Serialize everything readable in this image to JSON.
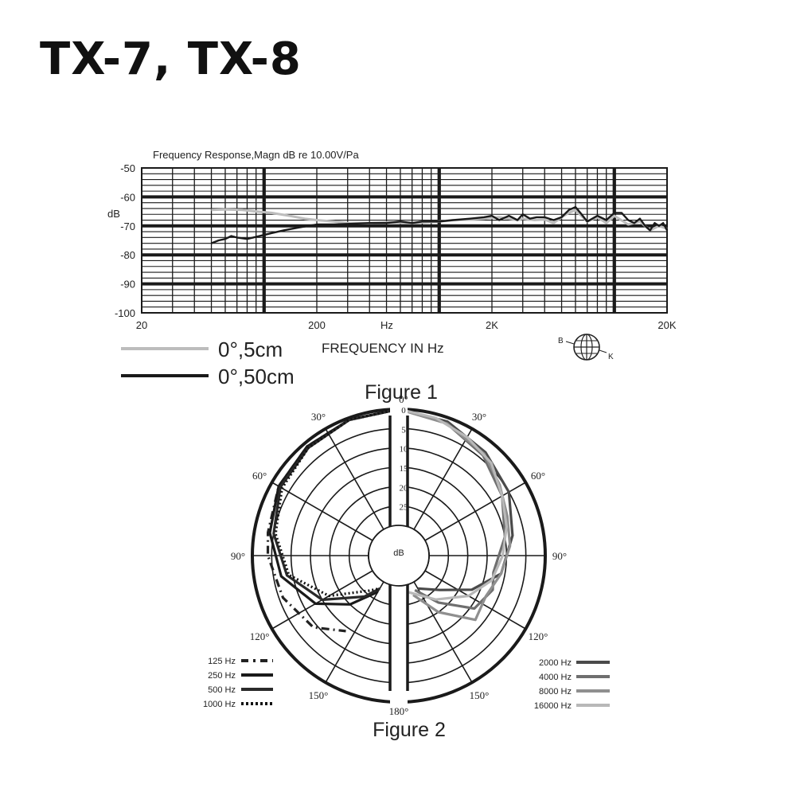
{
  "page_title": "TX-7, TX-8",
  "chart_data": [
    {
      "type": "line",
      "title": "Frequency Response,Magn dB re 10.00V/Pa",
      "figure_label": "Figure 1",
      "xlabel": "FREQUENCY IN Hz",
      "x_unit": "Hz",
      "ylabel": "dB",
      "x_scale": "log",
      "xlim": [
        20,
        20000
      ],
      "ylim": [
        -100,
        -50
      ],
      "x_tick_labels": [
        "20",
        "200",
        "2K",
        "20K"
      ],
      "x_tick_values": [
        20,
        200,
        2000,
        20000
      ],
      "y_tick_labels": [
        "-50",
        "-60",
        "-70",
        "-80",
        "-90",
        "-100"
      ],
      "y_tick_values": [
        -50,
        -60,
        -70,
        -80,
        -90,
        -100
      ],
      "grid": true,
      "legend_position": "bottom-left",
      "logo_text": [
        "B",
        "K"
      ],
      "series": [
        {
          "name": "0°,5cm",
          "color": "#bdbdbd",
          "x": [
            50,
            60,
            75,
            90,
            110,
            140,
            170,
            200,
            250,
            300,
            400,
            500,
            700,
            1000,
            1200,
            1500,
            1800,
            2000,
            2200,
            2500,
            2800,
            3000,
            3500,
            4000,
            4500,
            5000,
            5500,
            6000,
            7000,
            8000,
            9000,
            10000,
            12000,
            14000,
            16000,
            18000,
            20000
          ],
          "y": [
            -64.5,
            -64.3,
            -64.5,
            -65,
            -65.5,
            -66.5,
            -67.5,
            -68,
            -68.5,
            -69,
            -69,
            -68.8,
            -69,
            -68.5,
            -68,
            -67.8,
            -67.5,
            -67.2,
            -67,
            -67.5,
            -68,
            -67.5,
            -68,
            -67.8,
            -69,
            -67,
            -65.5,
            -64.5,
            -68.5,
            -67,
            -69,
            -66.5,
            -69.5,
            -68.5,
            -71.5,
            -70,
            -71
          ]
        },
        {
          "name": "0°,50cm",
          "color": "#1a1a1a",
          "x": [
            50,
            55,
            60,
            65,
            70,
            80,
            90,
            110,
            130,
            160,
            200,
            250,
            300,
            400,
            500,
            600,
            700,
            800,
            1000,
            1200,
            1500,
            1800,
            2000,
            2200,
            2500,
            2800,
            3000,
            3300,
            3600,
            4000,
            4500,
            5000,
            5500,
            6000,
            6500,
            7000,
            8000,
            9000,
            10000,
            11000,
            12000,
            13000,
            14000,
            15000,
            16000,
            17000,
            18000,
            19000,
            20000
          ],
          "y": [
            -76,
            -75,
            -74.5,
            -73.5,
            -74,
            -74.5,
            -73.8,
            -72.5,
            -71.5,
            -70.5,
            -69.5,
            -69.5,
            -69.3,
            -69,
            -69,
            -68.5,
            -69,
            -68.5,
            -68.5,
            -68,
            -67.5,
            -67,
            -66.5,
            -68,
            -66.5,
            -68,
            -66,
            -67.5,
            -67,
            -67,
            -68,
            -67,
            -64.5,
            -63.5,
            -66,
            -68.5,
            -66.5,
            -68,
            -65.5,
            -65.5,
            -68,
            -69,
            -67.5,
            -70,
            -71.5,
            -69,
            -70,
            -69,
            -71.5
          ]
        }
      ]
    },
    {
      "type": "polar",
      "figure_label": "Figure 2",
      "angle_unit": "degrees",
      "radial_unit": "dB",
      "center_label": "dB",
      "angle_labels": [
        "0°",
        "30°",
        "60°",
        "90°",
        "120°",
        "150°",
        "180°"
      ],
      "angle_label_values": [
        0,
        30,
        60,
        90,
        120,
        150,
        180
      ],
      "radial_tick_labels": [
        "0",
        "5",
        "10",
        "15",
        "20",
        "25"
      ],
      "radial_tick_values": [
        0,
        5,
        10,
        15,
        20,
        25
      ],
      "radial_range": [
        0,
        30
      ],
      "left_half_series": [
        {
          "name": "125 Hz",
          "color": "#222222",
          "style": "dashdot",
          "points": [
            [
              0,
              0
            ],
            [
              20,
              0.5
            ],
            [
              40,
              1
            ],
            [
              60,
              2
            ],
            [
              80,
              3.5
            ],
            [
              90,
              4
            ],
            [
              110,
              6
            ],
            [
              130,
              9
            ],
            [
              145,
              14
            ]
          ]
        },
        {
          "name": "250 Hz",
          "color": "#1a1a1a",
          "style": "solid",
          "points": [
            [
              0,
              0
            ],
            [
              20,
              0.5
            ],
            [
              40,
              1
            ],
            [
              60,
              2
            ],
            [
              80,
              4
            ],
            [
              100,
              7
            ],
            [
              120,
              13
            ],
            [
              135,
              20
            ],
            [
              150,
              27
            ]
          ]
        },
        {
          "name": "500 Hz",
          "color": "#2a2a2a",
          "style": "solid",
          "points": [
            [
              0,
              0
            ],
            [
              20,
              0.5
            ],
            [
              40,
              1.5
            ],
            [
              60,
              2.5
            ],
            [
              80,
              5
            ],
            [
              100,
              8.5
            ],
            [
              120,
              15
            ],
            [
              140,
              24
            ],
            [
              150,
              28
            ]
          ]
        },
        {
          "name": "1000 Hz",
          "color": "#111111",
          "style": "dotted",
          "points": [
            [
              0,
              0
            ],
            [
              20,
              0.5
            ],
            [
              40,
              1.5
            ],
            [
              60,
              3
            ],
            [
              80,
              5.5
            ],
            [
              100,
              9
            ],
            [
              120,
              17
            ],
            [
              140,
              26
            ],
            [
              150,
              28
            ]
          ]
        }
      ],
      "right_half_series": [
        {
          "name": "2000 Hz",
          "color": "#4a4a4a",
          "style": "solid",
          "points": [
            [
              0,
              0
            ],
            [
              20,
              1
            ],
            [
              40,
              3
            ],
            [
              60,
              5
            ],
            [
              80,
              8
            ],
            [
              100,
              11
            ],
            [
              115,
              17
            ],
            [
              130,
              24
            ],
            [
              150,
              28
            ]
          ]
        },
        {
          "name": "4000 Hz",
          "color": "#6f6f6f",
          "style": "solid",
          "points": [
            [
              0,
              0
            ],
            [
              20,
              1.5
            ],
            [
              40,
              4
            ],
            [
              60,
              7
            ],
            [
              80,
              10
            ],
            [
              100,
              13
            ],
            [
              110,
              12
            ],
            [
              125,
              14
            ],
            [
              140,
              22
            ],
            [
              155,
              28
            ]
          ]
        },
        {
          "name": "8000 Hz",
          "color": "#8f8f8f",
          "style": "solid",
          "points": [
            [
              0,
              0
            ],
            [
              20,
              1.5
            ],
            [
              40,
              3.5
            ],
            [
              55,
              6
            ],
            [
              70,
              8
            ],
            [
              85,
              9
            ],
            [
              100,
              11
            ],
            [
              115,
              13
            ],
            [
              130,
              12
            ],
            [
              145,
              20
            ],
            [
              160,
              27
            ]
          ]
        },
        {
          "name": "16000 Hz",
          "color": "#b8b8b8",
          "style": "solid",
          "points": [
            [
              0,
              0
            ],
            [
              15,
              1
            ],
            [
              30,
              2.5
            ],
            [
              45,
              4
            ],
            [
              60,
              7
            ],
            [
              75,
              9
            ],
            [
              90,
              11
            ],
            [
              105,
              13
            ],
            [
              120,
              17
            ],
            [
              140,
              23
            ],
            [
              165,
              28
            ]
          ]
        }
      ]
    }
  ]
}
